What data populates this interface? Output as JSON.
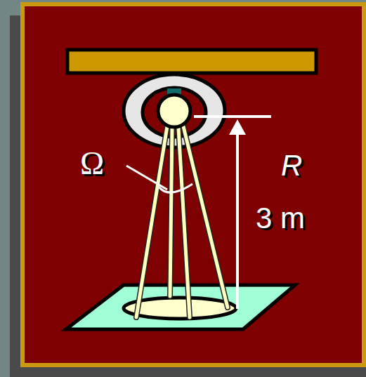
{
  "diagram": {
    "labels": [
      "Ω",
      "R",
      "3 m"
    ]
  }
}
